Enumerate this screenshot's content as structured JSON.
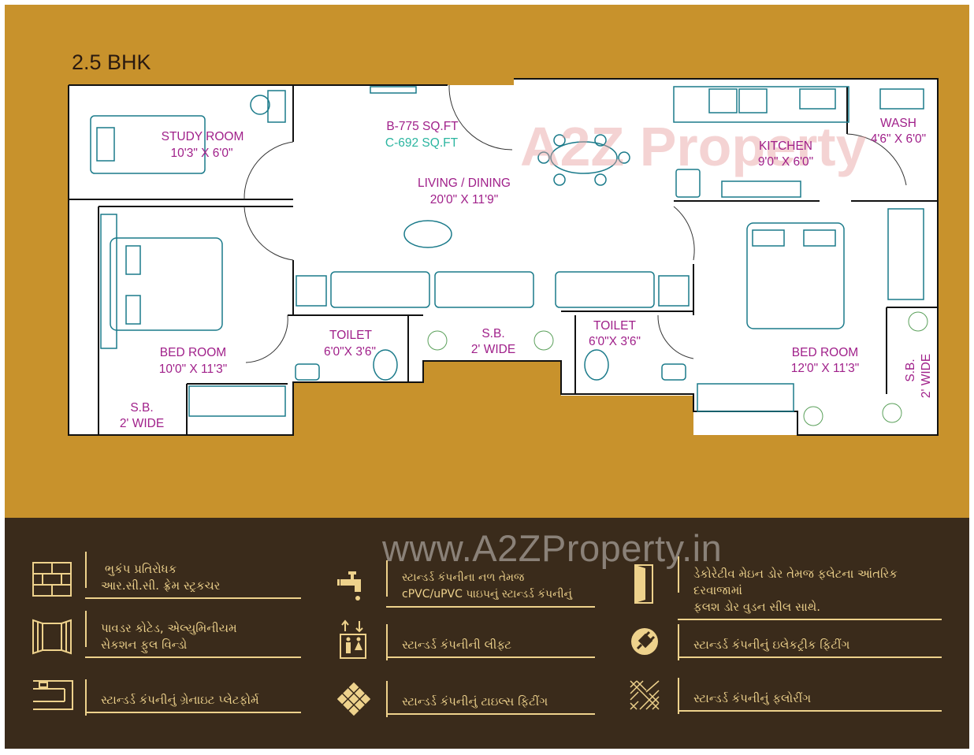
{
  "title": "2.5 BHK",
  "area": {
    "built_up": "B-775 SQ.FT",
    "carpet": "C-692 SQ.FT"
  },
  "watermark_logo": "A2Z Property",
  "website": "www.A2ZProperty.in",
  "rooms": [
    {
      "name": "STUDY ROOM",
      "size": "10'3\" X 6'0\""
    },
    {
      "name": "LIVING / DINING",
      "size": "20'0\" X 11'9\""
    },
    {
      "name": "KITCHEN",
      "size": "9'0\" X 6'0\""
    },
    {
      "name": "WASH",
      "size": "4'6\" X 6'0\""
    },
    {
      "name": "BED ROOM",
      "size": "10'0\" X 11'3\""
    },
    {
      "name": "TOILET",
      "size": "6'0\"X 3'6\""
    },
    {
      "name": "S.B.",
      "size": "2' WIDE"
    },
    {
      "name": "TOILET",
      "size": "6'0\"X 3'6\""
    },
    {
      "name": "BED ROOM",
      "size": "12'0\" X 11'3\""
    },
    {
      "name": "S.B.",
      "size": "2' WIDE"
    },
    {
      "name": "S.B.",
      "size": "2' WIDE"
    }
  ],
  "colors": {
    "background": "#C8922C",
    "footer": "#3A2B1B",
    "room_label": "#A0208A",
    "carpet_label": "#2BB5A0",
    "furniture": "#1A7A8A",
    "feature_text": "#EED28C"
  },
  "features": [
    {
      "icon": "brick-wall-icon",
      "lines": [
        "ભુકંપ પ્રતિરોધક",
        "આર.સી.સી. ફ્રેમ સ્ટ્રકચર"
      ]
    },
    {
      "icon": "water-tap-icon",
      "lines": [
        "સ્ટાન્ડર્ડ કંપનીના નળ તેમજ",
        "cPVC/uPVC પાઇપનું સ્ટાન્ડર્ડ કંપનીનું"
      ]
    },
    {
      "icon": "door-icon",
      "lines": [
        "ડેકોરેટીવ મેઇન ડોર તેમજ ફલેટના આંતરિક દરવાજામાં",
        "ફલશ ડોર વુડન સીલ સાથે."
      ]
    },
    {
      "icon": "window-icon",
      "lines": [
        "પાવડર કોટેડ, એલ્યુમિનીયમ",
        "સેકશન ફુલ વિન્ડો"
      ]
    },
    {
      "icon": "lift-icon",
      "lines": [
        "સ્ટાન્ડર્ડ કંપનીની લીફ્ટ"
      ]
    },
    {
      "icon": "electric-plug-icon",
      "lines": [
        "સ્ટાન્ડર્ડ કંપનીનું ઇલેકટ્રીક ફિટીંગ"
      ]
    },
    {
      "icon": "kitchen-platform-icon",
      "lines": [
        "સ્ટાન્ડર્ડ કંપનીનું ગ્રેનાઇટ પ્લેટફોર્મ"
      ]
    },
    {
      "icon": "tiles-icon",
      "lines": [
        "સ્ટાન્ડર્ડ કંપનીનું ટાઇલ્સ ફિટીંગ"
      ]
    },
    {
      "icon": "flooring-icon",
      "lines": [
        "સ્ટાન્ડર્ડ કંપનીનું ફલોરીંગ"
      ]
    }
  ]
}
